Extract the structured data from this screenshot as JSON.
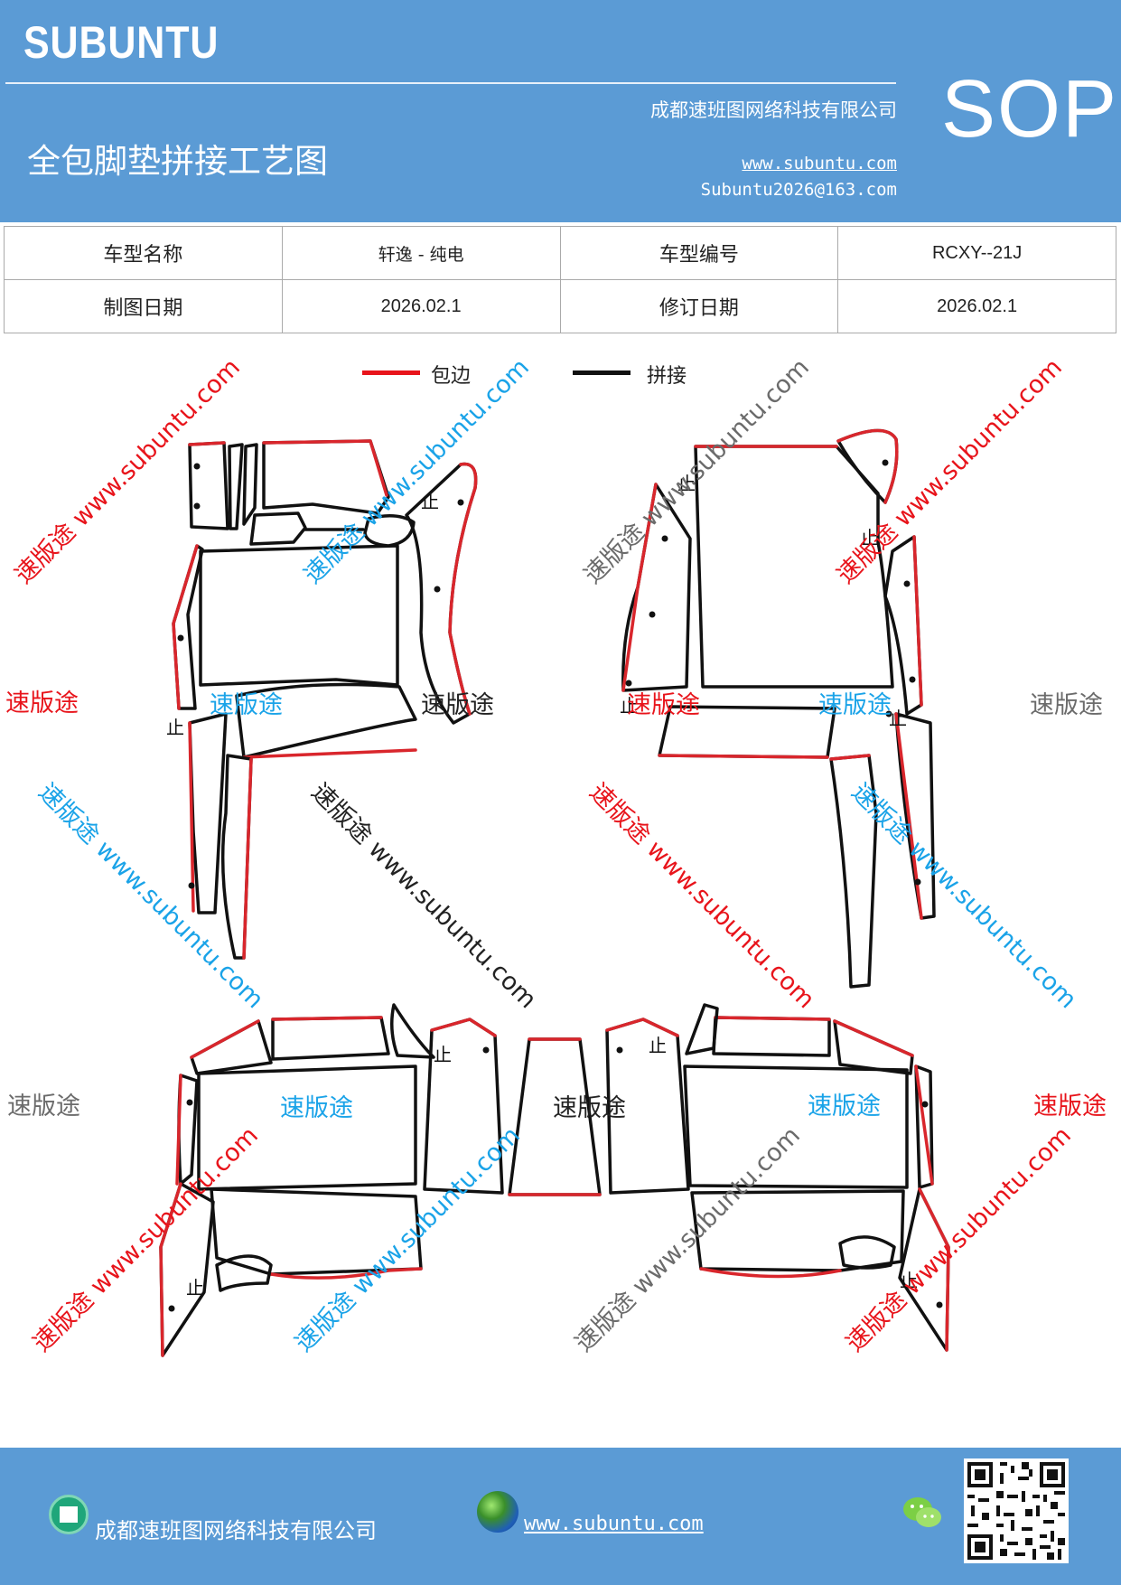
{
  "header": {
    "brand": "SUBUNTU",
    "doc_title": "全包脚垫拼接工艺图",
    "company": "成都速班图网络科技有限公司",
    "website": "www.subuntu.com",
    "email": "Subuntu2026@163.com",
    "badge": "SOP"
  },
  "info_table": {
    "rows": [
      [
        "车型名称",
        "轩逸 - 纯电",
        "车型编号",
        "RCXY--21J"
      ],
      [
        "制图日期",
        "2026.02.1",
        "修订日期",
        "2026.02.1"
      ]
    ]
  },
  "legend": {
    "items": [
      {
        "label": "包边",
        "color": "#e8141b"
      },
      {
        "label": "拼接",
        "color": "#111111"
      }
    ]
  },
  "diagram": {
    "stop_mark": "止",
    "colors": {
      "edge": "#d9262c",
      "seam": "#111111"
    }
  },
  "watermarks": {
    "brand": "速版途",
    "url_text": "速版途 www.subuntu.com",
    "colors": {
      "red": "#e8141b",
      "blue": "#1aa3e8",
      "gray": "#6b6b6b",
      "black": "#222222"
    }
  },
  "footer": {
    "company": "成都速班图网络科技有限公司",
    "website": "www.subuntu.com",
    "icons": [
      "home-icon",
      "globe-icon",
      "wechat-icon",
      "qr-code"
    ]
  }
}
